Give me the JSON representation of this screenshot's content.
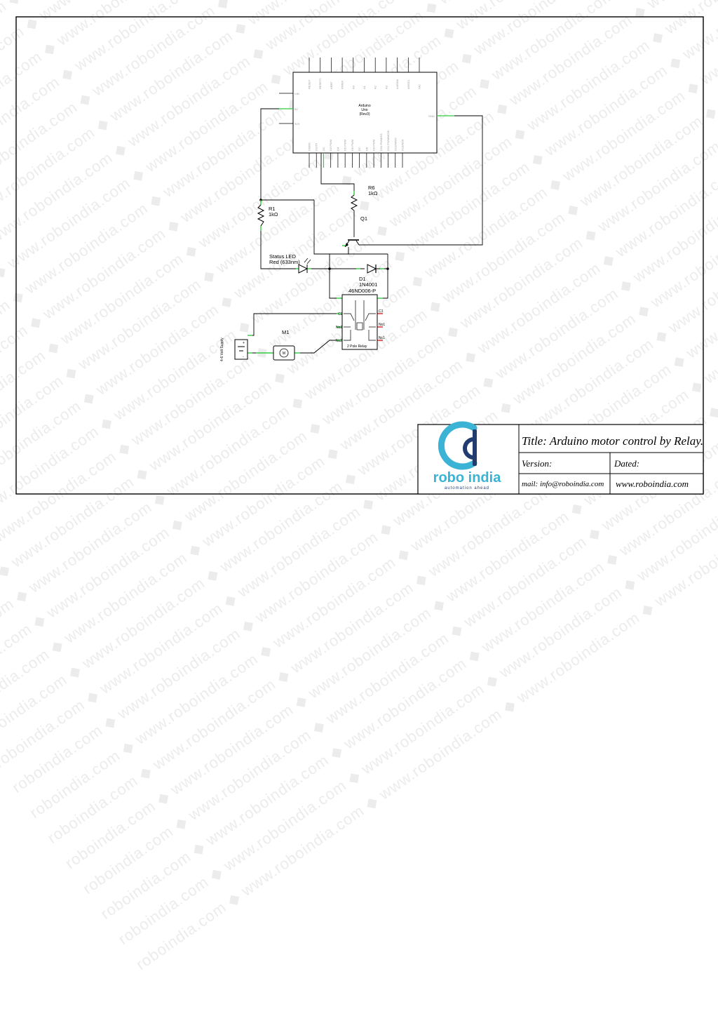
{
  "watermark": {
    "text": "roboindia.com ◆ www.roboindia.com ◆ www.roboindia.com ◆ www.roboindia.com ◆ www.roboindia.com ◆ www.roboindia.com ◆ www.roboindia.com ◆ www.roboindia.com ◆"
  },
  "arduino": {
    "name": "Arduino",
    "model": "Uno",
    "rev": "(Rev3)",
    "top_pins": [
      "RESET",
      "RESET2",
      "AREF",
      "IOREF",
      "A0",
      "A1",
      "A2",
      "A3",
      "A4/SDA",
      "A5/SCL",
      "N/C"
    ],
    "left_pins": [
      "VIN",
      "5V",
      "3V3"
    ],
    "right_pins": [
      "GND"
    ],
    "bottom_pins": [
      "D0/RX",
      "D1/TX",
      "D2",
      "D3 PWM",
      "D4",
      "D5 PWM",
      "D6 PWM",
      "D7",
      "D8",
      "D9 PWM",
      "D10 PWM/SS",
      "D11 PWM/MOSI",
      "D12/MISO",
      "D13/SCK"
    ]
  },
  "components": {
    "r6": {
      "ref": "R6",
      "value": "1kΩ"
    },
    "r1": {
      "ref": "R1",
      "value": "1kΩ"
    },
    "q1": {
      "ref": "Q1"
    },
    "led": {
      "line1": "Status LED",
      "line2": "Red (633nm)"
    },
    "d1": {
      "ref": "D1",
      "value": "1N4001"
    },
    "relay": {
      "part": "46ND006-P",
      "caption": "2 Pole Relay",
      "left_pins": [
        "C2",
        "No2",
        "Nc2"
      ],
      "right_pins": [
        "C1",
        "No1",
        "Nc1"
      ]
    },
    "motor": {
      "ref": "M1",
      "symbol": "M"
    },
    "supply": {
      "label": "4-6 Volt Supply",
      "plus": "+",
      "minus": "-"
    }
  },
  "title_block": {
    "title": "Title: Arduino motor control by Relay.",
    "version": "Version:",
    "dated": "Dated:",
    "mail": "mail: info@roboindia.com",
    "website": "www.roboindia.com",
    "logo_text": "robo india",
    "logo_tagline": "automation ahead",
    "logo_primary": "#3bb3d4",
    "logo_secondary": "#223c70"
  }
}
